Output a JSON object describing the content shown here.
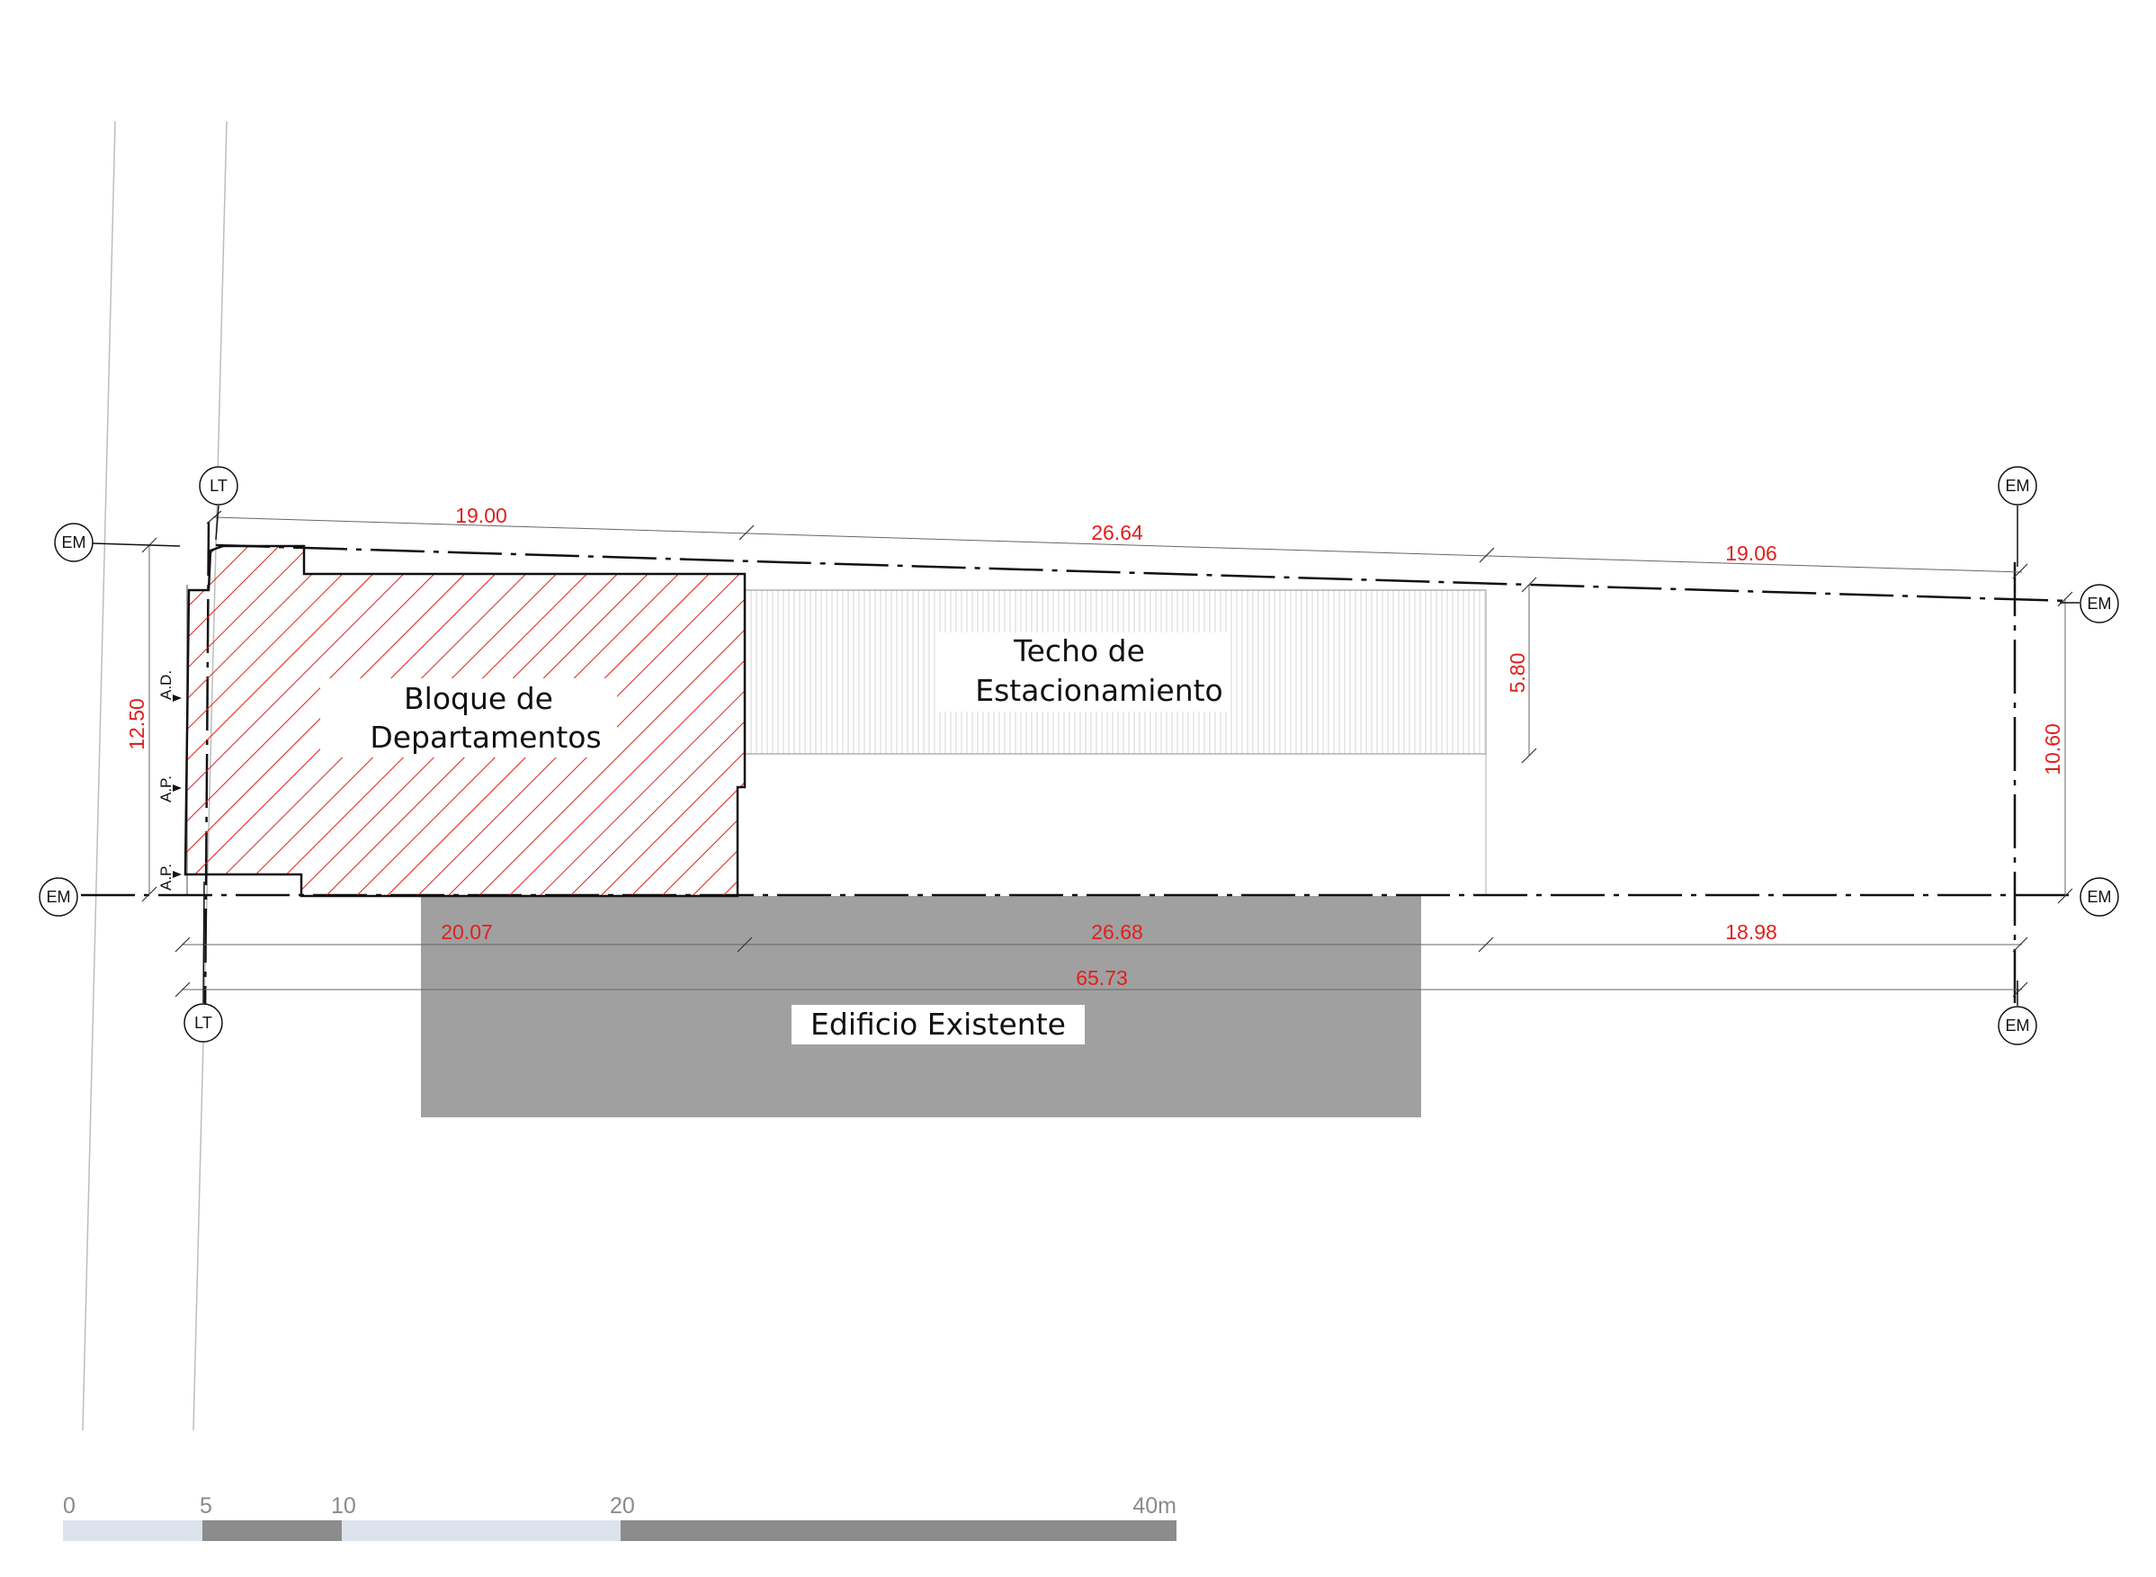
{
  "labels": {
    "bloque": [
      "Bloque de",
      "Departamentos"
    ],
    "techo": [
      "Techo de",
      "Estacionamiento"
    ],
    "edificio": "Edificio Existente"
  },
  "markers": {
    "lt": "LT",
    "em": "EM"
  },
  "access": {
    "ad": "A.D.",
    "ap1": "A.P.",
    "ap2": "A.P."
  },
  "dimensions": {
    "top": [
      "19.00",
      "26.64",
      "19.06"
    ],
    "bottom": [
      "20.07",
      "26.68",
      "18.98"
    ],
    "total": "65.73",
    "left_height": "12.50",
    "roof_depth": "5.80",
    "right_height": "10.60"
  },
  "scale_bar": {
    "ticks": [
      "0",
      "5",
      "10",
      "20",
      "40m"
    ],
    "colors": {
      "light": "#dde3ed",
      "dark": "#8c8c8c"
    }
  },
  "colors": {
    "hatch": "#e0201c",
    "existing_building": "#a0a0a0",
    "dimension_text": "#e0201c"
  }
}
